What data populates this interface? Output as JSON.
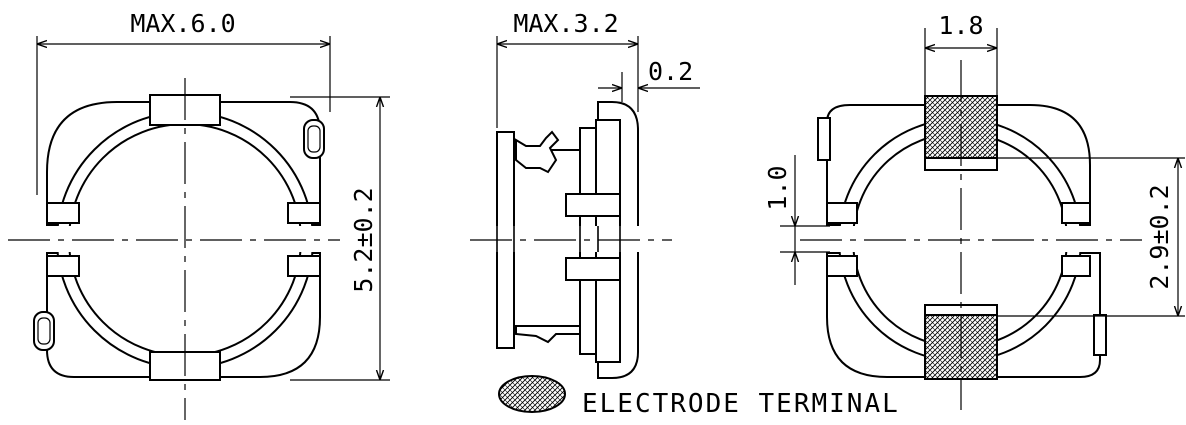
{
  "dimensions": {
    "front_width": "MAX.6.0",
    "front_height": "5.2±0.2",
    "side_width": "MAX.3.2",
    "side_offset": "0.2",
    "back_pad_width": "1.8",
    "back_gap": "1.0",
    "back_pad_span": "2.9±0.2"
  },
  "legend": {
    "label": "ELECTRODE TERMINAL"
  }
}
